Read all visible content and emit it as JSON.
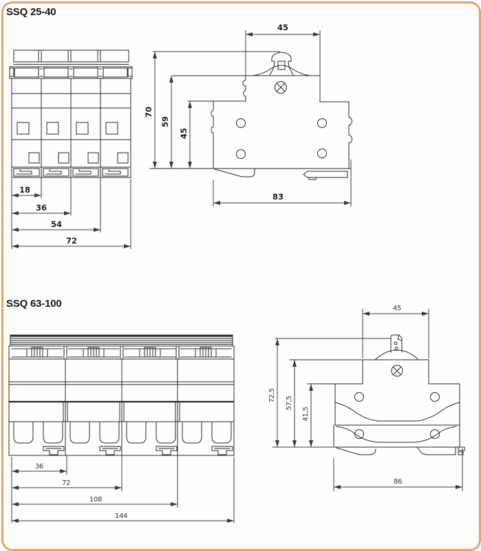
{
  "page": {
    "border_color": "#E9A265",
    "line_color": "#262626",
    "background": "#ffffff"
  },
  "icons": {
    "screw_head": "phillips-screw-circle-x",
    "din_clip": "din-rail-clip-shape"
  },
  "sections": [
    {
      "title": "SSQ 25-40",
      "front": {
        "dims": [
          "18",
          "36",
          "54",
          "72"
        ]
      },
      "side": {
        "width_top": "45",
        "heights": [
          "70",
          "59",
          "45"
        ],
        "width_bottom": "83"
      }
    },
    {
      "title": "SSQ 63-100",
      "front": {
        "dims": [
          "36",
          "72",
          "108",
          "144"
        ]
      },
      "side": {
        "width_top": "45",
        "heights": [
          "72,5",
          "57,5",
          "41,5"
        ],
        "width_bottom": "86"
      }
    }
  ]
}
